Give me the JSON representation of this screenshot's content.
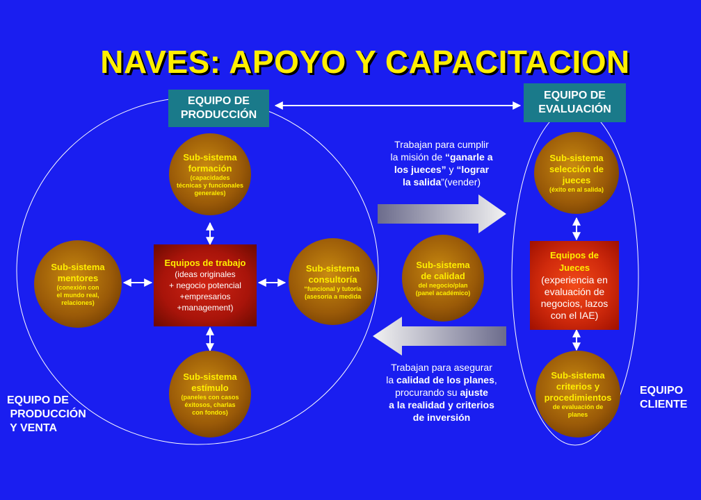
{
  "title": "NAVES: APOYO Y CAPACITACION",
  "headers": {
    "produccion": "EQUIPO DE\nPRODUCCIÓN",
    "evaluacion": "EQUIPO DE\nEVALUACIÓN"
  },
  "nodes": {
    "formacion": {
      "title": "Sub-sistema\nformación",
      "sub": "(capacidades\ntécnicas y funcionales\ngenerales)"
    },
    "mentores": {
      "title": "Sub-sistema\nmentores",
      "sub": "(conexión con\nel mundo real,\nrelaciones)"
    },
    "equipos_trabajo": {
      "title": "Equipos de trabajo",
      "sub": "(ideas originales\n+ negocio potencial\n+empresarios\n+management)"
    },
    "consultoria": {
      "title": "Sub-sistema\nconsultoría",
      "sub": "“funcional y tutoría\n(asesoría a medida"
    },
    "estimulo": {
      "title": "Sub-sistema\nestímulo",
      "sub": "(paneles con casos\néxitosos, charlas\ncon fondos)"
    },
    "calidad": {
      "title": "Sub-sistema\nde calidad",
      "sub": "del negocio/plan\n(panel académico)"
    },
    "seleccion": {
      "title": "Sub-sistema\nselección de\njueces",
      "sub": "(éxito en al salida)"
    },
    "equipos_jueces": {
      "title": "Equipos de\nJueces",
      "sub": "(experiencia en\nevaluación de\nnegocios, lazos\ncon el IAE)"
    },
    "criterios": {
      "title": "Sub-sistema\ncriterios y\nprocedimientos",
      "sub": "de evaluación de\nplanes"
    }
  },
  "captions": {
    "top": {
      "l1": "Trabajan para cumplir",
      "l2a": "la misión de ",
      "l2b": "“ganarle a",
      "l3a": "los jueces”",
      "l3b": " y ",
      "l3c": "“lograr",
      "l4a": "la salida",
      "l4b": "”(vender)"
    },
    "bottom": {
      "l1": "Trabajan para asegurar",
      "l2a": "la ",
      "l2b": "calidad de los planes",
      "l2c": ",",
      "l3a": "procurando su ",
      "l3b": "ajuste",
      "l4": "a la realidad y criterios",
      "l5": "de inversión"
    }
  },
  "labels": {
    "produccion_venta": "EQUIPO DE\n PRODUCCIÓN\n Y VENTA",
    "cliente": "EQUIPO\nCLIENTE"
  },
  "colors": {
    "background": "#1a1ef0",
    "title": "#ffee00",
    "header_box": "#1a7a8a",
    "node_text": "#ffee00",
    "red_box": "#b8180c"
  }
}
